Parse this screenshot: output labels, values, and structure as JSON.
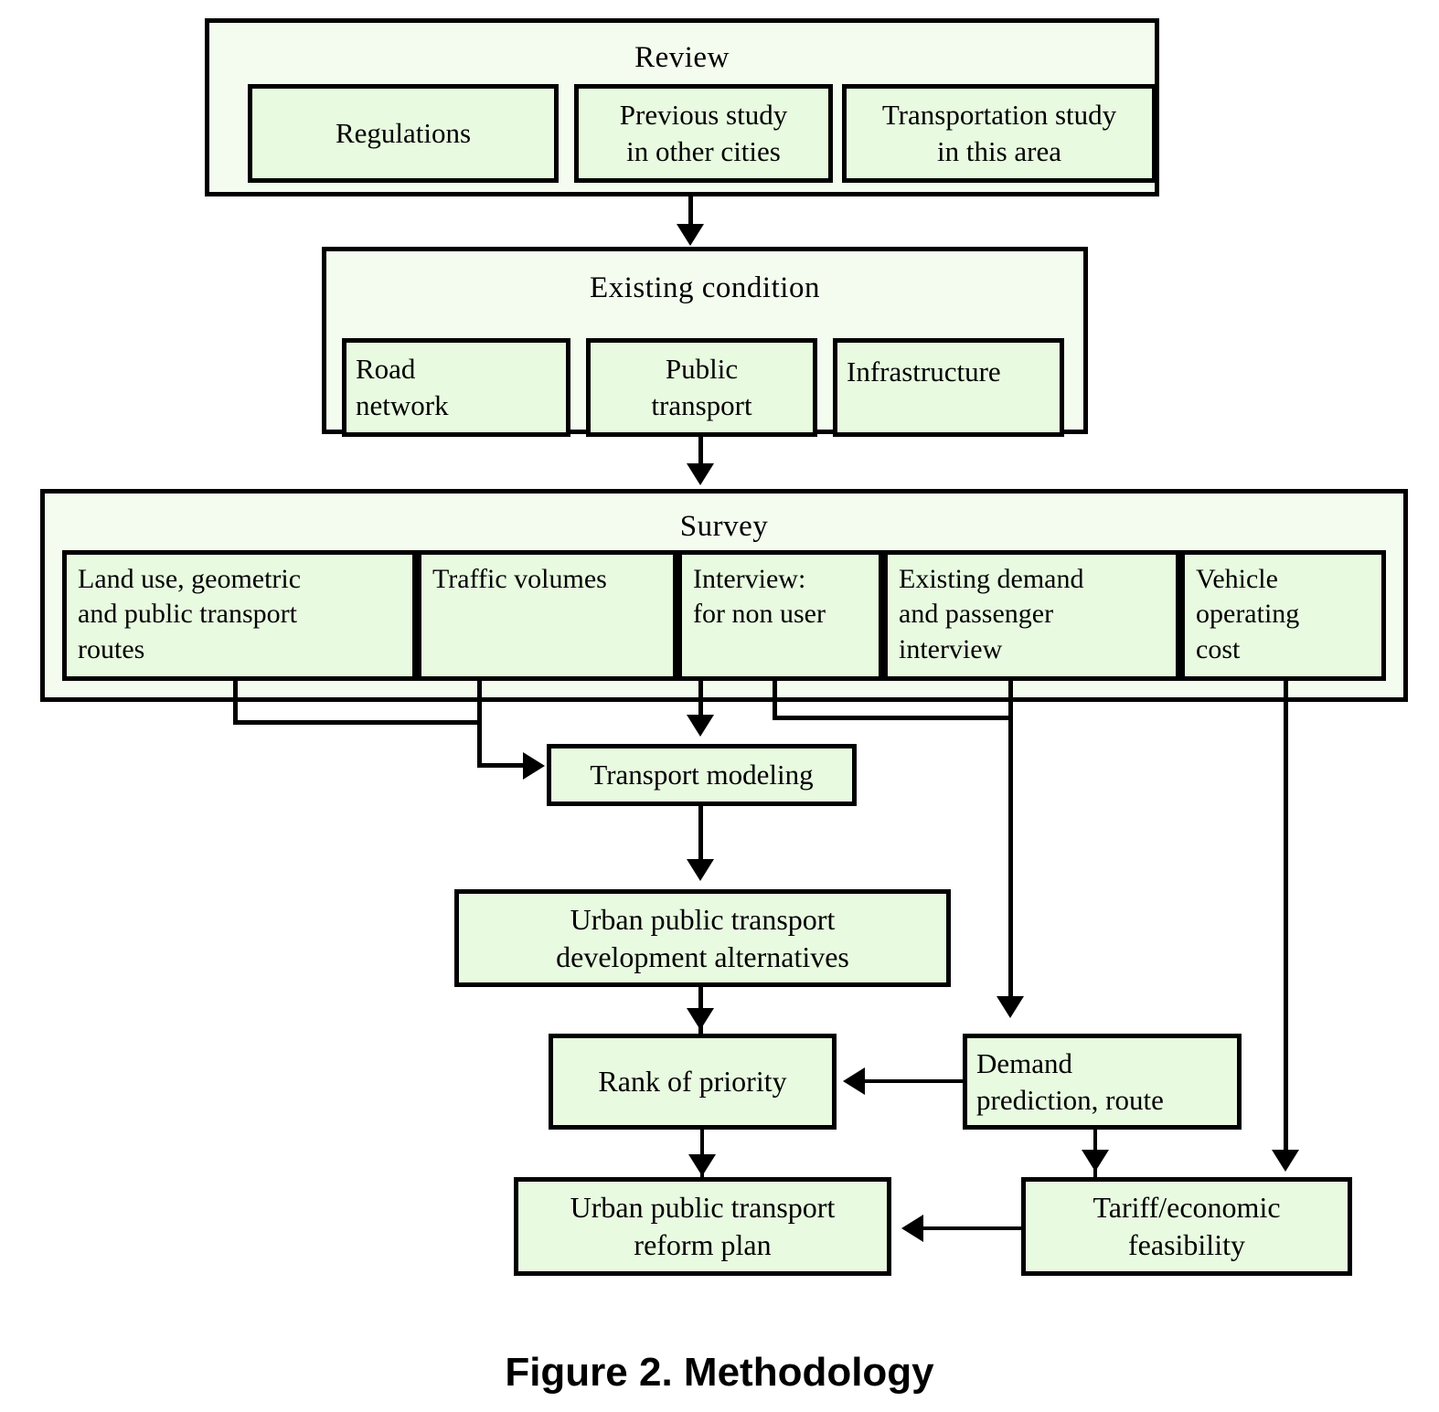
{
  "figure": {
    "caption": "Figure 2. Methodology",
    "colors": {
      "group_fill": "#f4fcf0",
      "box_fill": "#e8fae0",
      "stroke": "#000000",
      "background": "#ffffff"
    }
  },
  "groups": {
    "review": {
      "title": "Review",
      "items": [
        {
          "label": "Regulations"
        },
        {
          "label_line1": "Previous study",
          "label_line2": "in other cities"
        },
        {
          "label_line1": "Transportation study",
          "label_line2": "in this area"
        }
      ]
    },
    "existing_condition": {
      "title": "Existing condition",
      "items": [
        {
          "label_line1": "Road",
          "label_line2": "network"
        },
        {
          "label_line1": "Public",
          "label_line2": "transport"
        },
        {
          "label": "Infrastructure"
        }
      ]
    },
    "survey": {
      "title": "Survey",
      "items": [
        {
          "label": "Land use, geometric and public transport routes",
          "l1": "Land  use,  geometric",
          "l2": "and   public   transport",
          "l3": "routes"
        },
        {
          "label": "Traffic volumes",
          "l1": "Traffic volumes",
          "l2": "",
          "l3": ""
        },
        {
          "label": "Interview: for non user",
          "l1": "Interview:",
          "l2": "for non user",
          "l3": ""
        },
        {
          "label": "Existing demand and passenger interview",
          "l1": "Existing     demand",
          "l2": "and      passenger",
          "l3": "interview"
        },
        {
          "label": "Vehicle operating cost",
          "l1": "Vehicle",
          "l2": "operating",
          "l3": "cost"
        }
      ]
    }
  },
  "nodes": {
    "transport_modeling": {
      "label": "Transport modeling"
    },
    "development_alternatives": {
      "line1": "Urban public transport",
      "line2": "development alternatives"
    },
    "rank_of_priority": {
      "label": "Rank of priority"
    },
    "demand_prediction": {
      "line1": "Demand",
      "line2": "prediction, route"
    },
    "reform_plan": {
      "line1": "Urban public transport",
      "line2": "reform plan"
    },
    "tariff_feasibility": {
      "line1": "Tariff/economic",
      "line2": "feasibility"
    }
  },
  "flow": [
    {
      "from": "review",
      "to": "existing_condition"
    },
    {
      "from": "existing_condition",
      "to": "survey"
    },
    {
      "from": "survey.land_use",
      "to": "transport_modeling"
    },
    {
      "from": "survey.traffic_volumes",
      "to": "transport_modeling"
    },
    {
      "from": "survey.interview_non_user",
      "to": "transport_modeling"
    },
    {
      "from": "survey.existing_demand",
      "to": "demand_prediction"
    },
    {
      "from": "survey.vehicle_operating_cost",
      "to": "tariff_feasibility"
    },
    {
      "from": "transport_modeling",
      "to": "development_alternatives"
    },
    {
      "from": "development_alternatives",
      "to": "rank_of_priority"
    },
    {
      "from": "demand_prediction",
      "to": "rank_of_priority"
    },
    {
      "from": "demand_prediction",
      "to": "tariff_feasibility"
    },
    {
      "from": "rank_of_priority",
      "to": "reform_plan"
    },
    {
      "from": "tariff_feasibility",
      "to": "reform_plan"
    }
  ]
}
